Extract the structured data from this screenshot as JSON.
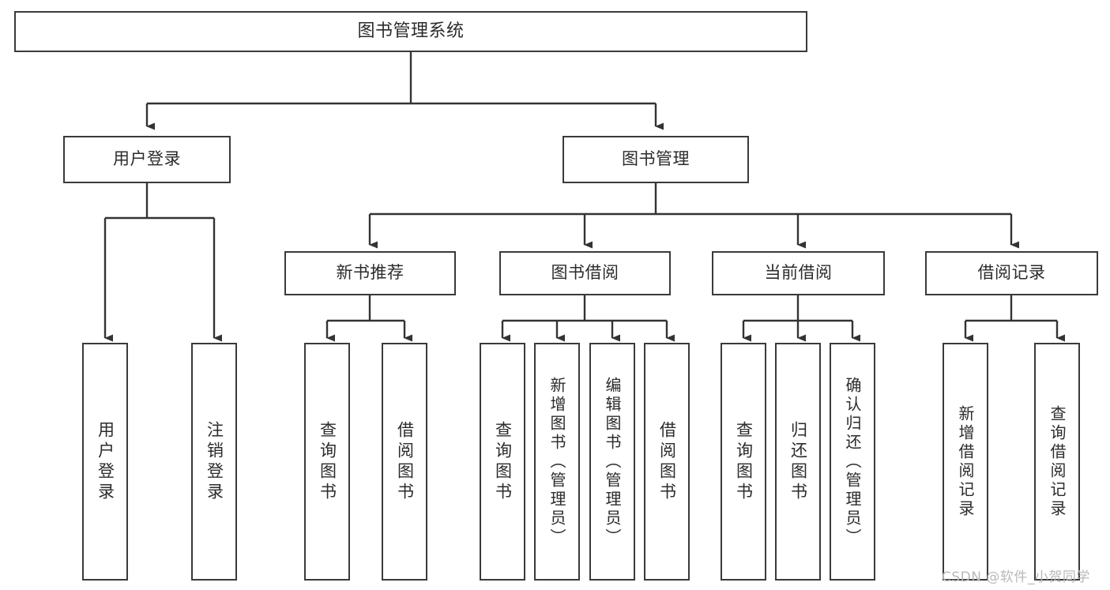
{
  "diagram": {
    "title": "图书管理系统",
    "type": "tree-hierarchy",
    "watermark": "CSDN @软件_小贺同学",
    "colors": {
      "border": "#3a3a3a",
      "edge": "#333333",
      "background": "#ffffff",
      "text": "#2b2b2b",
      "watermark": "#b9b9b9"
    },
    "nodes": {
      "root": {
        "label": "图书管理系统"
      },
      "level2": [
        {
          "label": "用户登录"
        },
        {
          "label": "图书管理"
        }
      ],
      "level3": [
        {
          "label": "新书推荐"
        },
        {
          "label": "图书借阅"
        },
        {
          "label": "当前借阅"
        },
        {
          "label": "借阅记录"
        }
      ],
      "leaves": {
        "user_login": [
          {
            "label": "用户登录"
          },
          {
            "label": "注销登录"
          }
        ],
        "new_book_recommend": [
          {
            "label": "查询图书"
          },
          {
            "label": "借阅图书"
          }
        ],
        "book_borrow": [
          {
            "label": "查询图书"
          },
          {
            "label": "新增图书（管理员）"
          },
          {
            "label": "编辑图书（管理员）"
          },
          {
            "label": "借阅图书"
          }
        ],
        "current_borrow": [
          {
            "label": "查询图书"
          },
          {
            "label": "归还图书"
          },
          {
            "label": "确认归还（管理员）"
          }
        ],
        "borrow_record": [
          {
            "label": "新增借阅记录"
          },
          {
            "label": "查询借阅记录"
          }
        ]
      }
    }
  }
}
